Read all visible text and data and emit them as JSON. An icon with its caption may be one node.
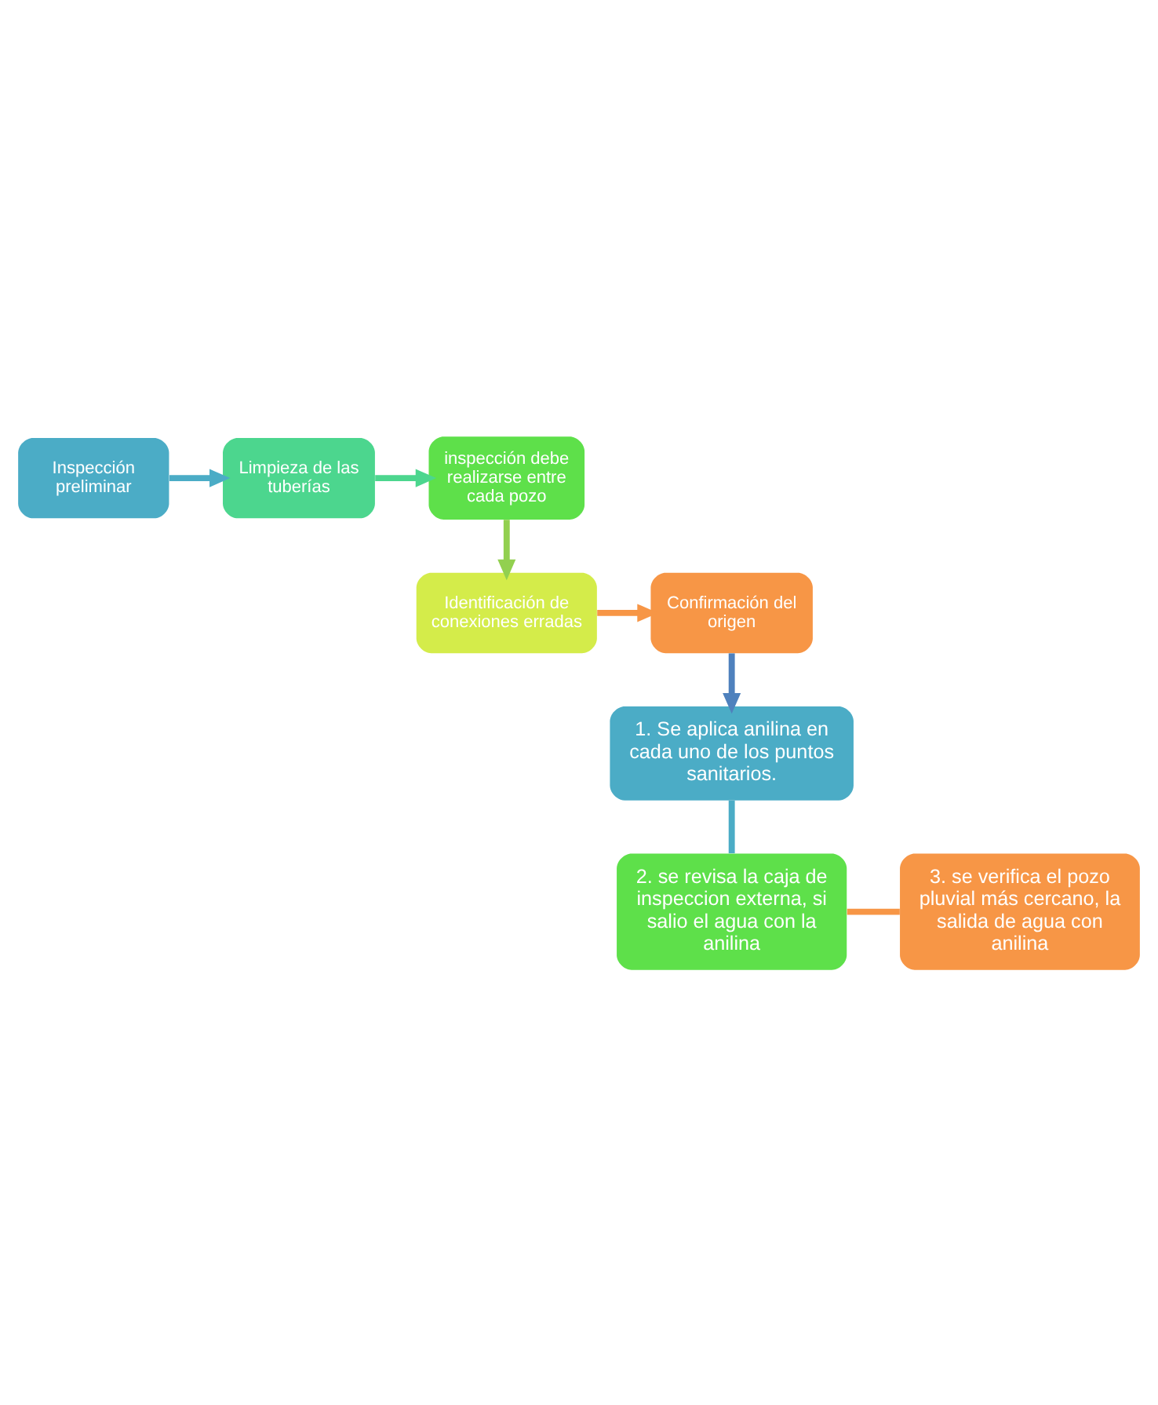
{
  "diagram": {
    "nodes": [
      {
        "text": [
          "Inspección preliminar"
        ]
      },
      {
        "text": [
          "Limpieza de las tuberías"
        ]
      },
      {
        "text": [
          "inspección debe realizarse entre cada pozo"
        ]
      },
      {
        "text": [
          "Identificación de conexiones erradas"
        ]
      },
      {
        "text": [
          "Confirmación del origen"
        ]
      },
      {
        "text": [
          "1. Se aplica anilina en cada uno de los puntos sanitarios."
        ]
      },
      {
        "text": [
          "2. se revisa la caja de inspeccion externa, si salio el agua con la anilina"
        ]
      },
      {
        "text": [
          "3. se verifica el pozo pluvial más cercano, la salida de agua con anilina"
        ]
      }
    ],
    "edges": [
      {
        "from": 0,
        "to": 1,
        "arrow": "to",
        "color": "#4bacc6"
      },
      {
        "from": 1,
        "to": 2,
        "arrow": "to",
        "color": "#4cd68e"
      },
      {
        "from": 2,
        "to": 3,
        "arrow": "to",
        "color": "#92d050"
      },
      {
        "from": 3,
        "to": 4,
        "arrow": "to",
        "color": "#f79646"
      },
      {
        "from": 4,
        "to": 5,
        "arrow": "to",
        "color": "#4f81bd"
      },
      {
        "from": 5,
        "to": 6,
        "arrow": "none",
        "color": "#4bacc6"
      },
      {
        "from": 6,
        "to": 7,
        "arrow": "none",
        "color": "#f79646"
      }
    ]
  }
}
